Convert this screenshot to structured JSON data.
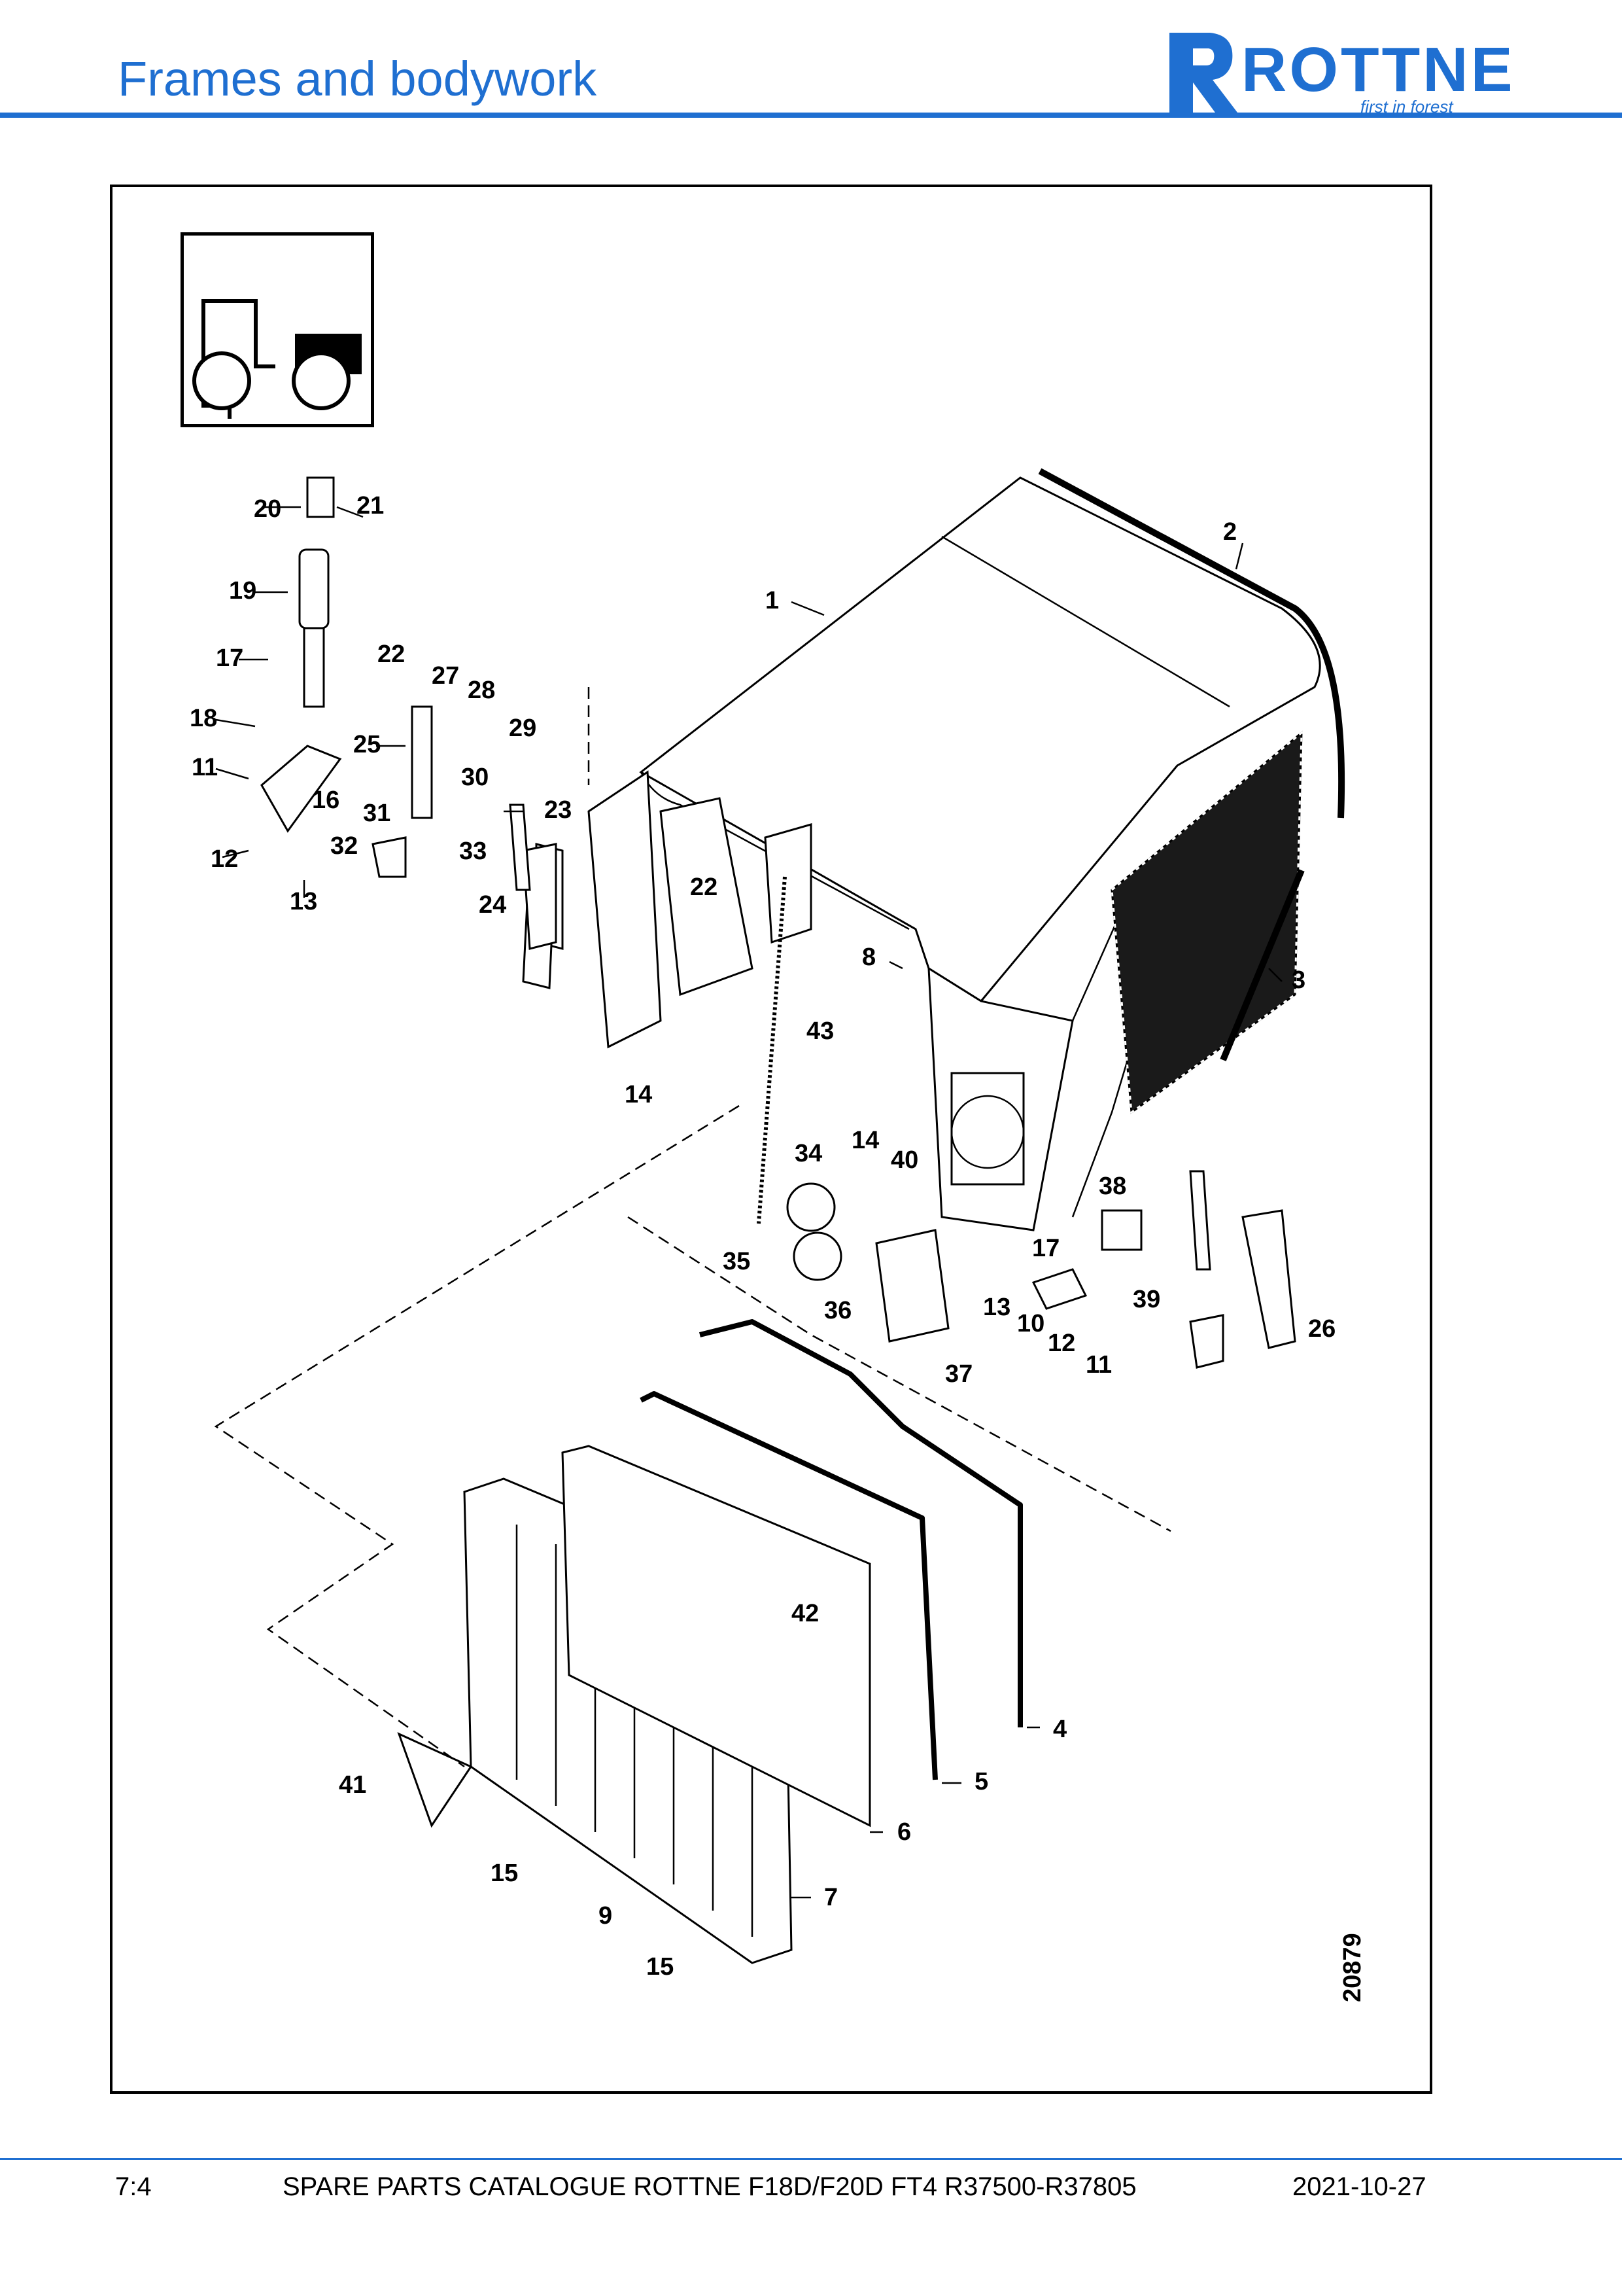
{
  "header": {
    "title": "Frames and bodywork",
    "brand": "ROTTNE",
    "brand_tagline": "first in forest",
    "accent_color": "#1f6fd1"
  },
  "diagram": {
    "drawing_number": "20879",
    "section_icon": "machine-front-section-icon",
    "callouts": [
      "1",
      "2",
      "3",
      "4",
      "5",
      "6",
      "7",
      "8",
      "9",
      "10",
      "11",
      "11",
      "12",
      "12",
      "13",
      "13",
      "14",
      "14",
      "15",
      "15",
      "16",
      "17",
      "17",
      "18",
      "19",
      "20",
      "21",
      "22",
      "22",
      "23",
      "24",
      "25",
      "26",
      "27",
      "28",
      "29",
      "30",
      "31",
      "32",
      "33",
      "34",
      "35",
      "36",
      "37",
      "38",
      "39",
      "40",
      "41",
      "42",
      "43"
    ]
  },
  "footer": {
    "page": "7:4",
    "catalogue": "SPARE PARTS CATALOGUE ROTTNE F18D/F20D FT4 R37500-R37805",
    "date": "2021-10-27"
  }
}
